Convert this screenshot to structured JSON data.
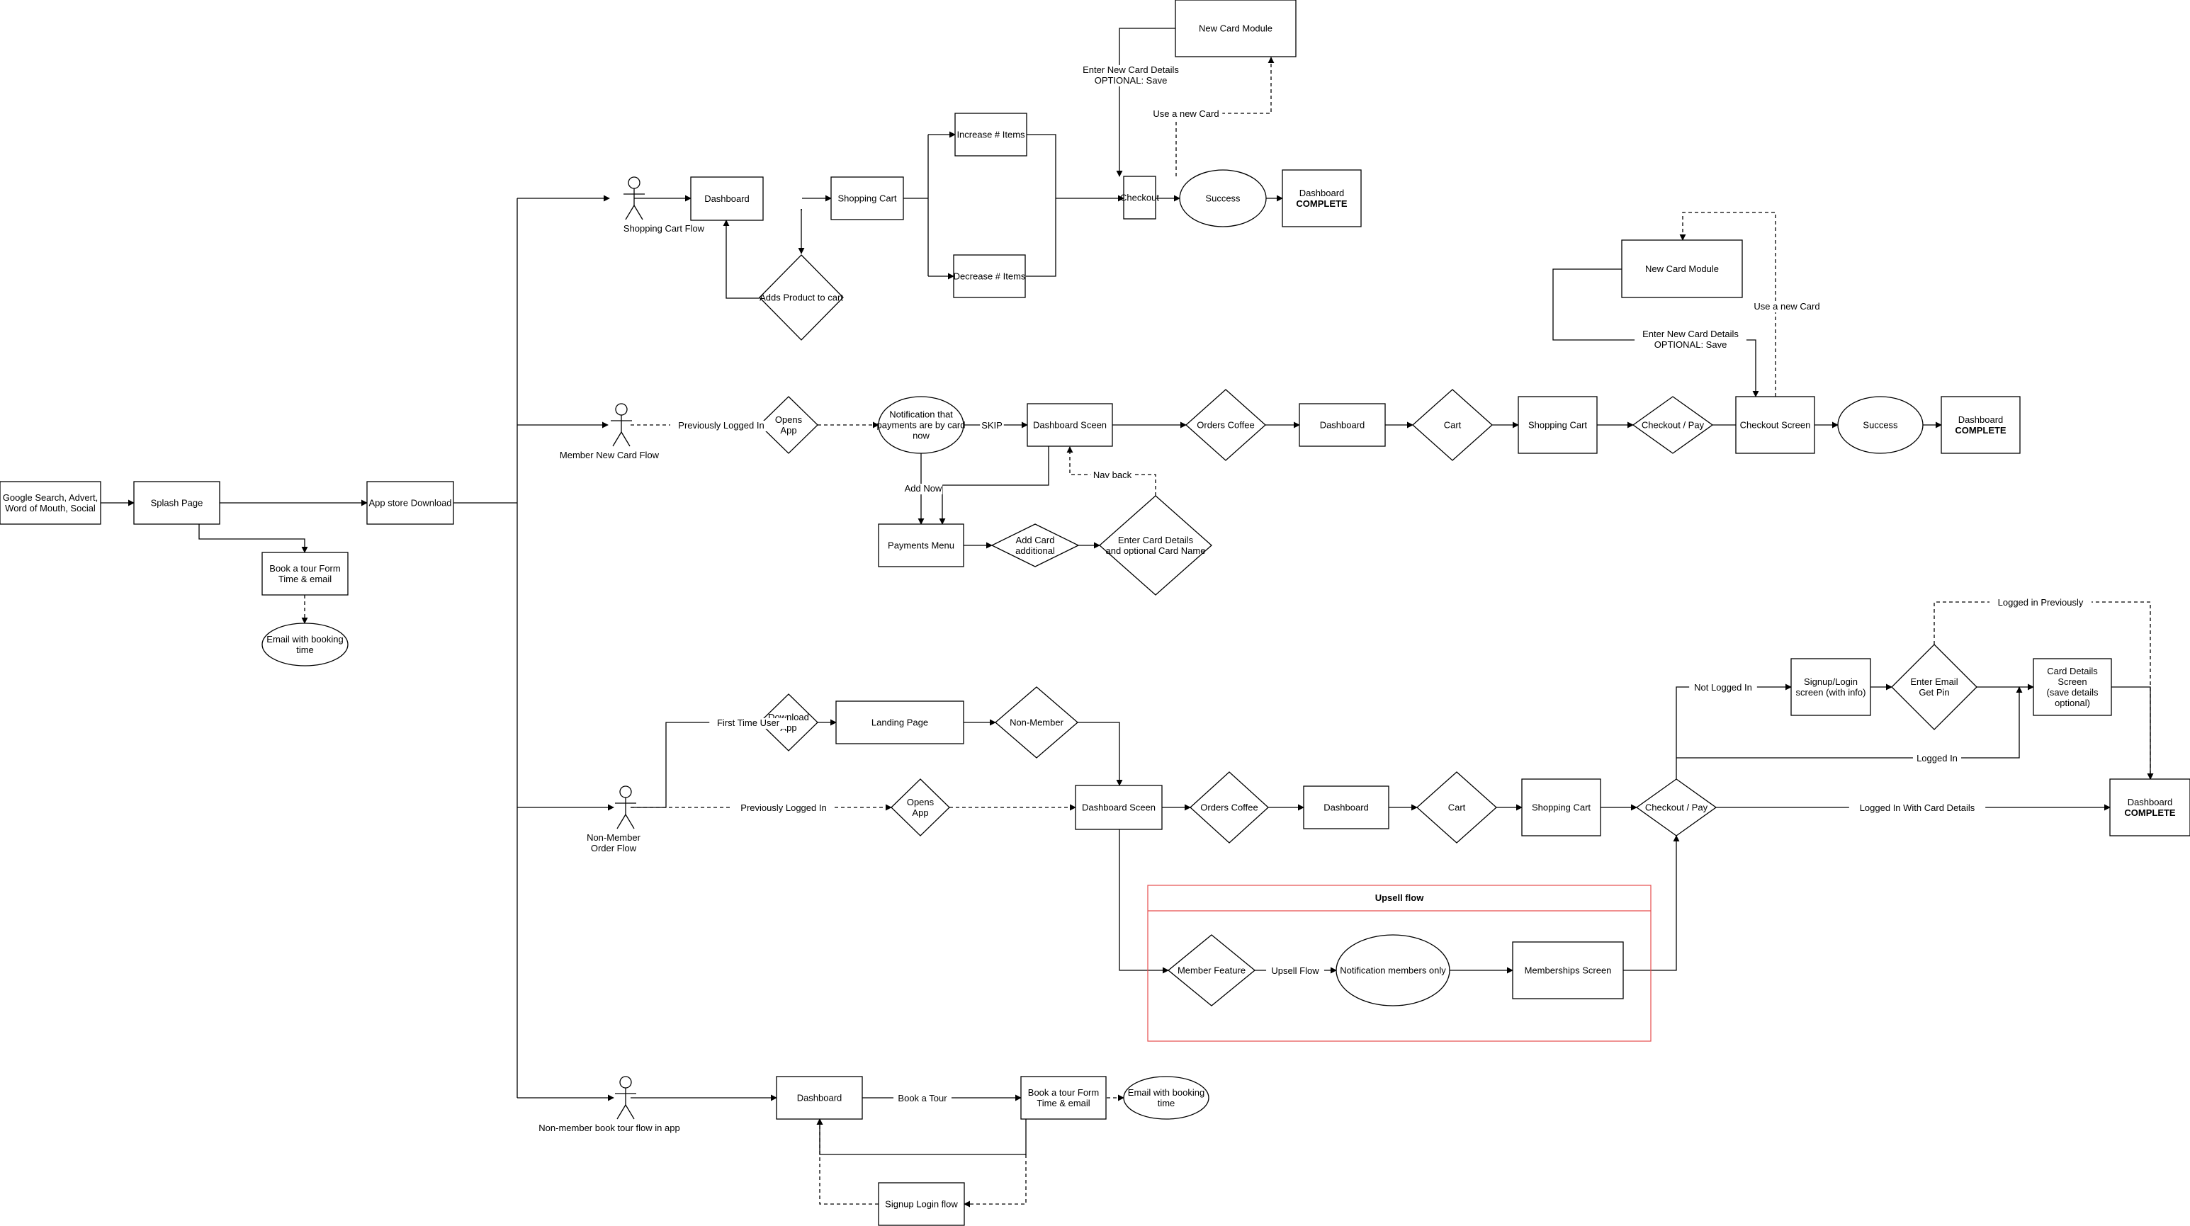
{
  "diagram": {
    "nodes": [
      {
        "id": "sources",
        "shape": "rect",
        "lines": [
          "Google Search, Advert,",
          "Word of Mouth, Social"
        ]
      },
      {
        "id": "splash",
        "shape": "rect",
        "lines": [
          "Splash Page"
        ]
      },
      {
        "id": "appstore",
        "shape": "rect",
        "lines": [
          "App store Download"
        ]
      },
      {
        "id": "tour_form_web",
        "shape": "rect",
        "lines": [
          "Book a tour Form",
          "Time & email"
        ]
      },
      {
        "id": "email_booking_web",
        "shape": "ellipse",
        "lines": [
          "Email with booking",
          "time"
        ]
      },
      {
        "id": "actor_shopping",
        "shape": "actor",
        "lines": [
          "Shopping Cart Flow"
        ]
      },
      {
        "id": "sc_dashboard",
        "shape": "rect",
        "lines": [
          "Dashboard"
        ]
      },
      {
        "id": "sc_adds_product",
        "shape": "diamond",
        "lines": [
          "Adds Product to cart"
        ]
      },
      {
        "id": "sc_cart",
        "shape": "rect",
        "lines": [
          "Shopping Cart"
        ]
      },
      {
        "id": "sc_increase",
        "shape": "rect",
        "lines": [
          "Increase # Items"
        ]
      },
      {
        "id": "sc_decrease",
        "shape": "rect",
        "lines": [
          "Decrease # Items"
        ]
      },
      {
        "id": "sc_checkout",
        "shape": "rect",
        "lines": [
          "Checkout"
        ]
      },
      {
        "id": "sc_new_card",
        "shape": "rect",
        "lines": [
          "New Card Module"
        ]
      },
      {
        "id": "sc_success",
        "shape": "ellipse",
        "lines": [
          "Success"
        ]
      },
      {
        "id": "sc_complete",
        "shape": "rect",
        "lines": [
          "Dashboard"
        ],
        "bold_line": "COMPLETE"
      },
      {
        "id": "actor_member",
        "shape": "actor",
        "lines": [
          "Member New Card Flow"
        ]
      },
      {
        "id": "m_opens",
        "shape": "diamond",
        "lines": [
          "Opens",
          "App"
        ]
      },
      {
        "id": "m_notification",
        "shape": "ellipse",
        "lines": [
          "Notification that",
          "payments are by card",
          "now"
        ]
      },
      {
        "id": "m_dash_screen",
        "shape": "rect",
        "lines": [
          "Dashboard Sceen"
        ]
      },
      {
        "id": "m_payments",
        "shape": "rect",
        "lines": [
          "Payments Menu"
        ]
      },
      {
        "id": "m_add_card",
        "shape": "diamond",
        "lines": [
          "Add Card",
          "additional"
        ]
      },
      {
        "id": "m_enter_card",
        "shape": "diamond",
        "lines": [
          "Enter Card Details",
          "and optional Card Name"
        ]
      },
      {
        "id": "m_orders",
        "shape": "diamond",
        "lines": [
          "Orders Coffee"
        ]
      },
      {
        "id": "m_dashboard",
        "shape": "rect",
        "lines": [
          "Dashboard"
        ]
      },
      {
        "id": "m_cart_d",
        "shape": "diamond",
        "lines": [
          "Cart"
        ]
      },
      {
        "id": "m_shopping_cart",
        "shape": "rect",
        "lines": [
          "Shopping Cart"
        ]
      },
      {
        "id": "m_checkout_pay",
        "shape": "diamond",
        "lines": [
          "Checkout / Pay"
        ]
      },
      {
        "id": "m_checkout_screen",
        "shape": "rect",
        "lines": [
          "Checkout Screen"
        ]
      },
      {
        "id": "m_new_card",
        "shape": "rect",
        "lines": [
          "New Card Module"
        ]
      },
      {
        "id": "m_success",
        "shape": "ellipse",
        "lines": [
          "Success"
        ]
      },
      {
        "id": "m_complete",
        "shape": "rect",
        "lines": [
          "Dashboard"
        ],
        "bold_line": "COMPLETE"
      },
      {
        "id": "actor_nonmember",
        "shape": "actor",
        "lines": [
          "Non-Member",
          "Order Flow"
        ]
      },
      {
        "id": "n_download",
        "shape": "diamond",
        "lines": [
          "Download",
          "App"
        ]
      },
      {
        "id": "n_landing",
        "shape": "rect",
        "lines": [
          "Landing Page"
        ]
      },
      {
        "id": "n_nonmember",
        "shape": "diamond",
        "lines": [
          "Non-Member"
        ]
      },
      {
        "id": "n_opens",
        "shape": "diamond",
        "lines": [
          "Opens",
          "App"
        ]
      },
      {
        "id": "n_dash_screen",
        "shape": "rect",
        "lines": [
          "Dashboard Sceen"
        ]
      },
      {
        "id": "n_orders",
        "shape": "diamond",
        "lines": [
          "Orders Coffee"
        ]
      },
      {
        "id": "n_dashboard",
        "shape": "rect",
        "lines": [
          "Dashboard"
        ]
      },
      {
        "id": "n_cart_d",
        "shape": "diamond",
        "lines": [
          "Cart"
        ]
      },
      {
        "id": "n_shopping_cart",
        "shape": "rect",
        "lines": [
          "Shopping Cart"
        ]
      },
      {
        "id": "n_checkout_pay",
        "shape": "diamond",
        "lines": [
          "Checkout / Pay"
        ]
      },
      {
        "id": "n_signup",
        "shape": "rect",
        "lines": [
          "Signup/Login",
          "screen (with info)"
        ]
      },
      {
        "id": "n_enter_email",
        "shape": "diamond",
        "lines": [
          "Enter Email",
          "Get Pin"
        ]
      },
      {
        "id": "n_card_details",
        "shape": "rect",
        "lines": [
          "Card Details",
          "Screen",
          "(save details",
          "optional)"
        ]
      },
      {
        "id": "n_complete",
        "shape": "rect",
        "lines": [
          "Dashboard"
        ],
        "bold_line": "COMPLETE"
      },
      {
        "id": "u_member_feature",
        "shape": "diamond",
        "lines": [
          "Member Feature"
        ]
      },
      {
        "id": "u_notification",
        "shape": "ellipse",
        "lines": [
          "Notification members only"
        ]
      },
      {
        "id": "u_memberships",
        "shape": "rect",
        "lines": [
          "Memberships Screen"
        ]
      },
      {
        "id": "actor_tour",
        "shape": "actor",
        "lines": [
          "Non-member book tour flow in app"
        ]
      },
      {
        "id": "t_dashboard",
        "shape": "rect",
        "lines": [
          "Dashboard"
        ]
      },
      {
        "id": "t_tour_form",
        "shape": "rect",
        "lines": [
          "Book a tour Form",
          "Time & email"
        ]
      },
      {
        "id": "t_email",
        "shape": "ellipse",
        "lines": [
          "Email with booking",
          "time"
        ]
      },
      {
        "id": "t_signup",
        "shape": "rect",
        "lines": [
          "Signup Login flow"
        ]
      }
    ],
    "edge_labels": [
      {
        "id": "lbl_enter_new_card_top",
        "lines": [
          "Enter New Card Details",
          "OPTIONAL: Save"
        ]
      },
      {
        "id": "lbl_use_new_card_top",
        "lines": [
          "Use a new Card"
        ]
      },
      {
        "id": "lbl_prev_logged_member",
        "lines": [
          "Previously Logged In"
        ]
      },
      {
        "id": "lbl_skip",
        "lines": [
          "SKIP"
        ]
      },
      {
        "id": "lbl_add_now",
        "lines": [
          "Add Now"
        ]
      },
      {
        "id": "lbl_nav_back",
        "lines": [
          "Nav back"
        ]
      },
      {
        "id": "lbl_enter_new_card_right",
        "lines": [
          "Enter New Card Details",
          "OPTIONAL: Save"
        ]
      },
      {
        "id": "lbl_use_new_card_right",
        "lines": [
          "Use a new Card"
        ]
      },
      {
        "id": "lbl_first_time",
        "lines": [
          "First Time User"
        ]
      },
      {
        "id": "lbl_prev_logged_nonmember",
        "lines": [
          "Previously Logged In"
        ]
      },
      {
        "id": "lbl_not_logged",
        "lines": [
          "Not Logged In"
        ]
      },
      {
        "id": "lbl_logged_prev",
        "lines": [
          "Logged in Previously"
        ]
      },
      {
        "id": "lbl_logged_in",
        "lines": [
          "Logged In"
        ]
      },
      {
        "id": "lbl_logged_card",
        "lines": [
          "Logged In With Card Details"
        ]
      },
      {
        "id": "lbl_upsell",
        "lines": [
          "Upsell Flow"
        ]
      },
      {
        "id": "lbl_book_tour",
        "lines": [
          "Book a Tour"
        ]
      }
    ],
    "group": {
      "title": "Upsell flow",
      "color": "#e74c4c"
    }
  }
}
